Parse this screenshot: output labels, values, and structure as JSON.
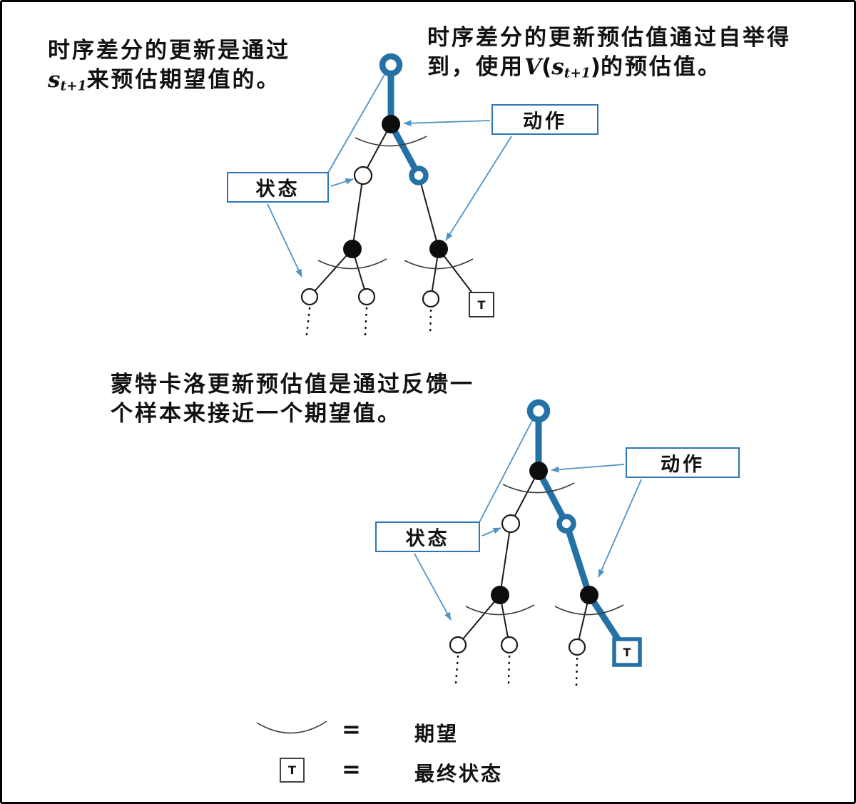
{
  "colors": {
    "blue-main": "#2471A6",
    "blue-box": "#2E75B6",
    "blue-callout": "#5093C5"
  },
  "texts": {
    "td_left": {
      "line1": "时序差分的更新是通过",
      "s": "s",
      "sub": "t+1",
      "rest": "来预估期望值的。"
    },
    "td_right": {
      "line1": "时序差分的更新预估值通过自举得",
      "pre": "到，使用",
      "v": "V",
      "lparen": "(",
      "s": "s",
      "sub": "t+1",
      "rparen": ")",
      "post": "的预估值。"
    },
    "mc": {
      "line1": "蒙特卡洛更新预估值是通过反馈一",
      "line2": "个样本来接近一个期望值。"
    }
  },
  "labels": {
    "state": "状态",
    "action": "动作"
  },
  "terminal": {
    "t": "T"
  },
  "legend": {
    "equals": "=",
    "expectation": "期望",
    "terminal_label": "最终状态"
  }
}
